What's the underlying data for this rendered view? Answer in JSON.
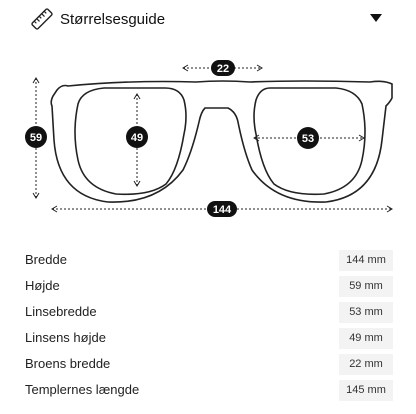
{
  "header": {
    "title": "Størrelsesguide",
    "icon": "ruler-icon",
    "toggle_icon": "triangle-down-icon"
  },
  "diagram": {
    "bridge": "22",
    "height": "59",
    "lens_height": "49",
    "lens_width": "53",
    "total_width": "144"
  },
  "specs": [
    {
      "label": "Bredde",
      "value": "144 mm"
    },
    {
      "label": "Højde",
      "value": "59 mm"
    },
    {
      "label": "Linsebredde",
      "value": "53 mm"
    },
    {
      "label": "Linsens højde",
      "value": "49 mm"
    },
    {
      "label": "Broens bredde",
      "value": "22 mm"
    },
    {
      "label": "Templernes længde",
      "value": "145 mm"
    }
  ],
  "colors": {
    "badge": "#111111",
    "value_bg": "#f3f3f3",
    "line": "#222222"
  }
}
